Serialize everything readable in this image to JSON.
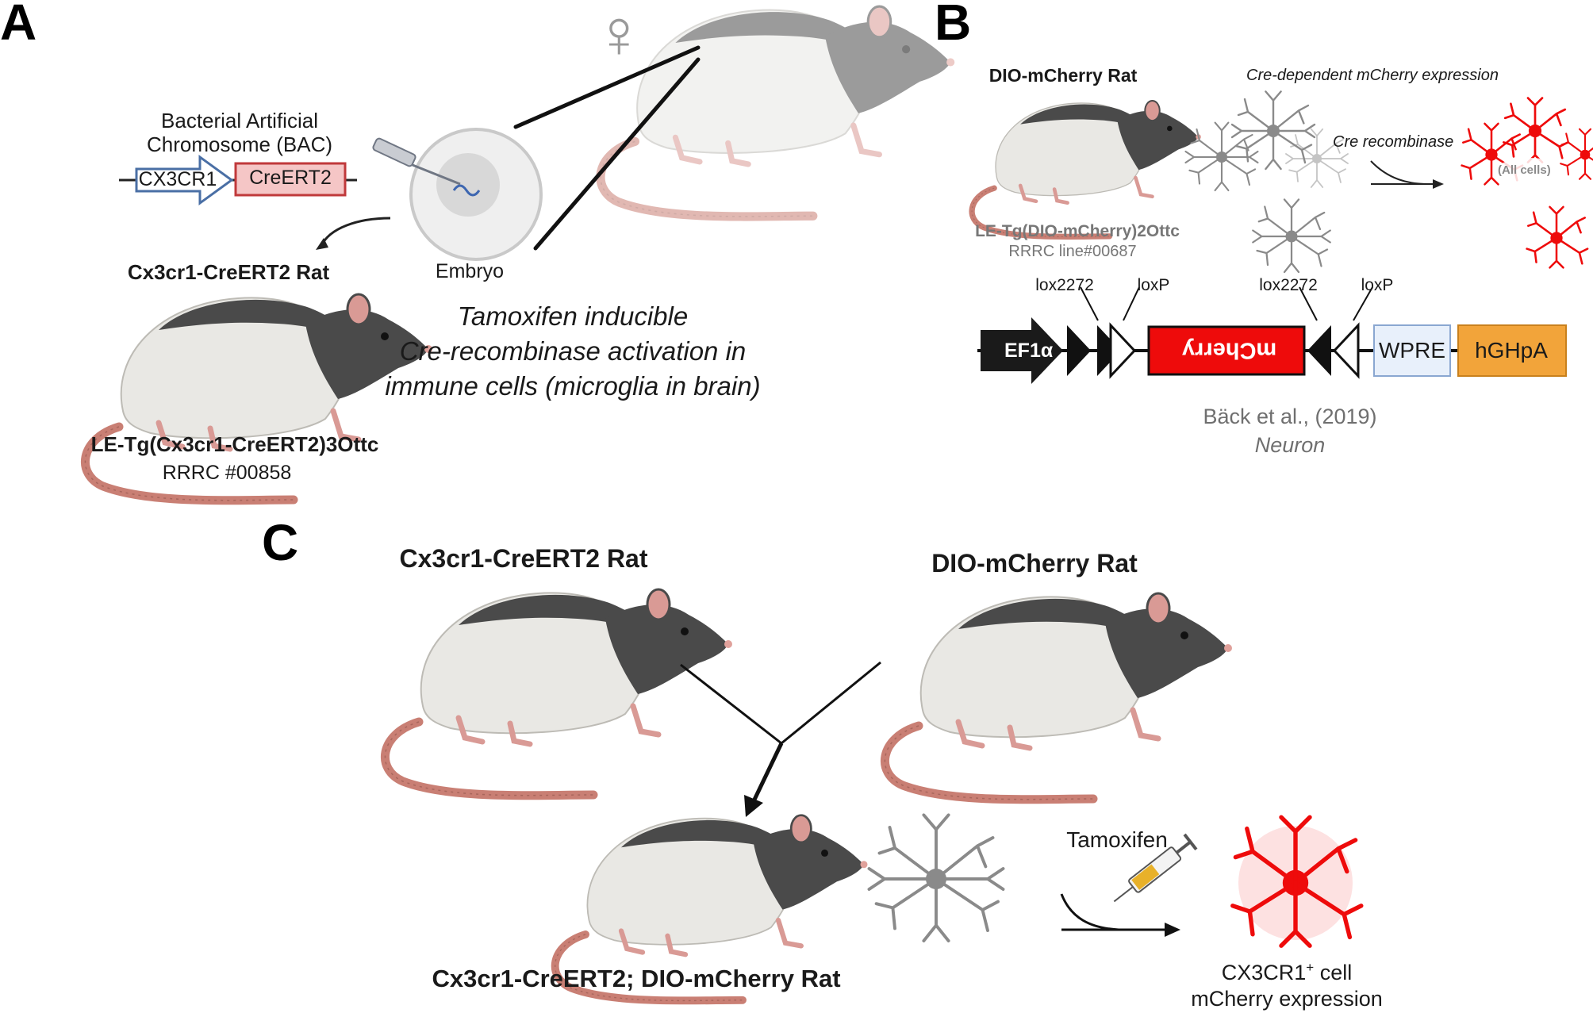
{
  "panel_a": {
    "letter": "A",
    "bac_title_1": "Bacterial Artificial",
    "bac_title_2": "Chromosome (BAC)",
    "gene_left": "CX3CR1",
    "gene_right": "CreERT2",
    "embryo_label": "Embryo",
    "rat_title": "Cx3cr1-CreERT2 Rat",
    "strain": "LE-Tg(Cx3cr1-CreERT2)3Ottc",
    "rrrc": "RRRC #00858",
    "tamox_1": "Tamoxifen inducible",
    "tamox_2": "Cre-recombinase activation in",
    "tamox_3": "immune cells (microglia in brain)",
    "female_symbol": "♀"
  },
  "panel_b": {
    "letter": "B",
    "rat_title": "DIO-mCherry Rat",
    "subtitle": "Cre-dependent mCherry expression",
    "cre_label": "Cre recombinase",
    "all_cells": "(All cells)",
    "strain": "LE-Tg(DIO-mCherry)2Ottc",
    "rrrc": "RRRC line#00687",
    "lox2272_a": "lox2272",
    "loxp_a": "loxP",
    "lox2272_b": "lox2272",
    "loxp_b": "loxP",
    "ef1a": "EF1α",
    "mcherry": "mCherry",
    "wpre": "WPRE",
    "hghpa": "hGHpA",
    "citation": "Bäck et al., (2019)",
    "journal": "Neuron"
  },
  "panel_c": {
    "letter": "C",
    "rat_left_title": "Cx3cr1-CreERT2 Rat",
    "rat_right_title": "DIO-mCherry Rat",
    "offspring_title": "Cx3cr1-CreERT2; DIO-mCherry Rat",
    "tamoxifen": "Tamoxifen",
    "result_1_prefix": "CX3CR1",
    "result_1_sup": "+",
    "result_1_suffix": " cell",
    "result_2": "mCherry expression"
  },
  "colors": {
    "rat_body": "#e9e8e4",
    "rat_dark": "#4a4a4a",
    "rat_tail": "#c97f74",
    "mcherry_red": "#ee0b0b",
    "cx3cr1_box": "#4a6fa5",
    "creert2_fill": "#f5c6c6",
    "creert2_border": "#c0393b",
    "wpre_fill": "#e8f0fb",
    "hghpa_fill": "#f2a43a",
    "neuron_gray": "#8a8a8a"
  }
}
